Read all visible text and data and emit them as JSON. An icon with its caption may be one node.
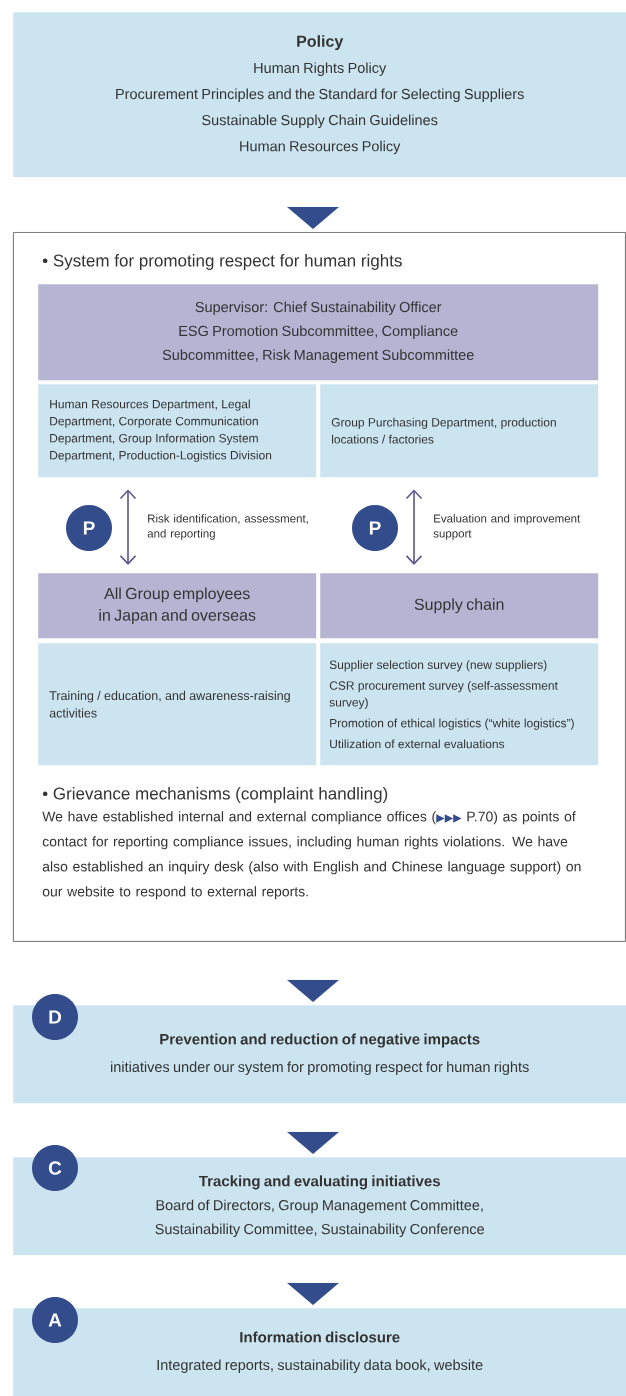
{
  "diagram": {
    "nodes": [
      {
        "text": [
          "Policy",
          "Human Rights Policy",
          "Procurement Principles and the Standard for Selecting Suppliers",
          "Sustainable Supply Chain Guidelines",
          "Human Resources Policy"
        ]
      },
      {
        "text": [
          "• System for promoting respect for human rights",
          "• Grievance mechanisms (complaint handling)",
          "We have established internal and external compliance offices (▶▶▶ P.70) as points of contact for reporting compliance issues, including human rights violations. We have also established an inquiry desk (also with English and Chinese language support) on our website to respond to external reports."
        ]
      },
      {
        "text": [
          "Supervisor: Chief Sustainability Officer",
          "ESG Promotion Subcommittee, Compliance Subcommittee, Risk Management Subcommittee"
        ],
        "in": 1
      },
      {
        "text": [
          "Human Resources Department, Legal Department, Corporate Communication Department, Group Information System Department, Production-Logistics Division"
        ],
        "in": 1
      },
      {
        "text": [
          "Group Purchasing Department, production locations / factories"
        ],
        "in": 1
      },
      {
        "text": [
          "All Group employees in Japan and overseas"
        ],
        "in": 1
      },
      {
        "text": [
          "Supply chain"
        ],
        "in": 1
      },
      {
        "text": [
          "Training / education, and awareness-raising activities"
        ],
        "in": 1
      },
      {
        "text": [
          "Supplier selection survey (new suppliers)",
          "CSR procurement survey (self-assessment survey)",
          "Promotion of ethical logistics (“white logistics”)",
          "Utilization of external evaluations"
        ],
        "in": 1
      },
      {
        "text": [
          "P"
        ],
        "in": 1
      },
      {
        "text": [
          "P"
        ],
        "in": 1
      },
      {
        "text": [
          "D"
        ]
      },
      {
        "text": [
          "Prevention and reduction of negative impacts",
          "initiatives under our system for promoting respect for human rights"
        ]
      },
      {
        "text": [
          "C"
        ]
      },
      {
        "text": [
          "Tracking and evaluating initiatives",
          "Board of Directors, Group Management Committee, Sustainability Committee, Sustainability Conference"
        ]
      },
      {
        "text": [
          "A"
        ]
      },
      {
        "text": [
          "Information disclosure",
          "Integrated reports, sustainability data book, website"
        ]
      }
    ],
    "edges": [
      {
        "from": 0,
        "to": 1,
        "arrow": "to"
      },
      {
        "from": 3,
        "to": 5,
        "arrow": "both",
        "label": "Risk identification, assessment, and reporting",
        "color": "#5c548f"
      },
      {
        "from": 4,
        "to": 6,
        "arrow": "both",
        "label": "Evaluation and improvement support",
        "color": "#5c548f"
      },
      {
        "from": 1,
        "to": 12,
        "arrow": "to"
      },
      {
        "from": 12,
        "to": 14,
        "arrow": "to"
      },
      {
        "from": 14,
        "to": 16,
        "arrow": "to"
      }
    ]
  }
}
